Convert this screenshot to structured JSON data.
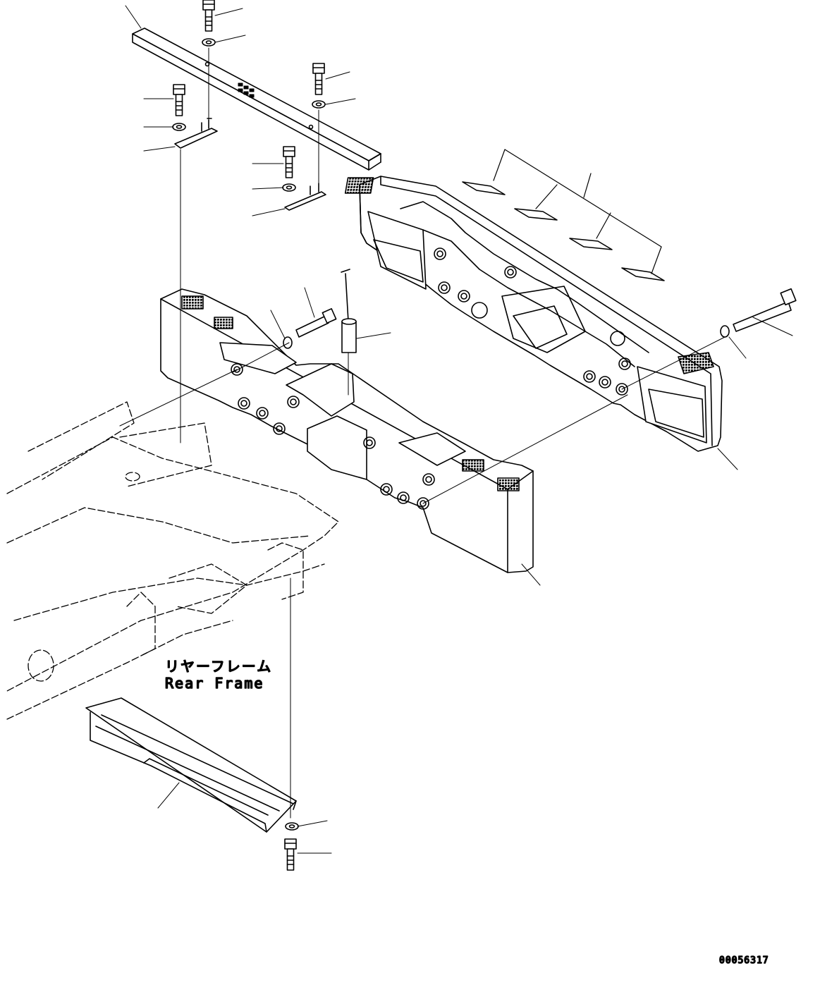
{
  "diagram": {
    "label_jp": "リヤーフレーム",
    "label_en": "Rear Frame",
    "doc_number": "00056317"
  }
}
